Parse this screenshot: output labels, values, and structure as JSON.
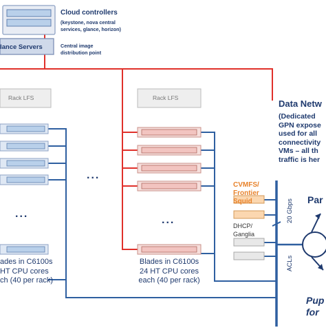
{
  "cloud_controllers": {
    "title": "Cloud controllers",
    "subtitle_line1": "(keystone, nova central",
    "subtitle_line2": "services, glance, horizon)"
  },
  "glance": {
    "box_label": "lance Servers",
    "desc_line1": "Central image",
    "desc_line2": "distribution point"
  },
  "racks": {
    "left_label": "Rack LFS",
    "right_label": "Rack LFS",
    "ellipsis": "..."
  },
  "blades_left": {
    "line1": "ades in C6100s",
    "line2": "HT CPU cores",
    "line3": "ch (40 per rack)"
  },
  "blades_right": {
    "line1": "Blades in C6100s",
    "line2": "24 HT CPU cores",
    "line3": "each (40 per rack)"
  },
  "data_network": {
    "title": "Data Netw",
    "line1": "(Dedicated ",
    "line2": "GPN expose",
    "line3": "used for all",
    "line4": "connectivity",
    "line5": "VMs – all th",
    "line6": "traffic is her"
  },
  "services": {
    "cvmfs_line1": "CVMFS/",
    "cvmfs_line2": "Frontier",
    "cvmfs_line3": "Squid",
    "dhcp_line1": "DHCP/",
    "dhcp_line2": "Ganglia"
  },
  "network_labels": {
    "bandwidth": "20 Gbps",
    "acls": "ACLs"
  },
  "external": {
    "top_label": "Par",
    "bottom_line1": "Pup",
    "bottom_line2": "for "
  },
  "colors": {
    "navy": "#1f3a6e",
    "red": "#e0302a",
    "orange": "#e8822a",
    "rack_gray": "#777777",
    "server_blue": "#b9d0ea",
    "server_red": "#f2c4c0",
    "server_orange": "#fbd7b0",
    "server_gray": "#e8e8e8",
    "link_blue": "#2e5fa0"
  }
}
